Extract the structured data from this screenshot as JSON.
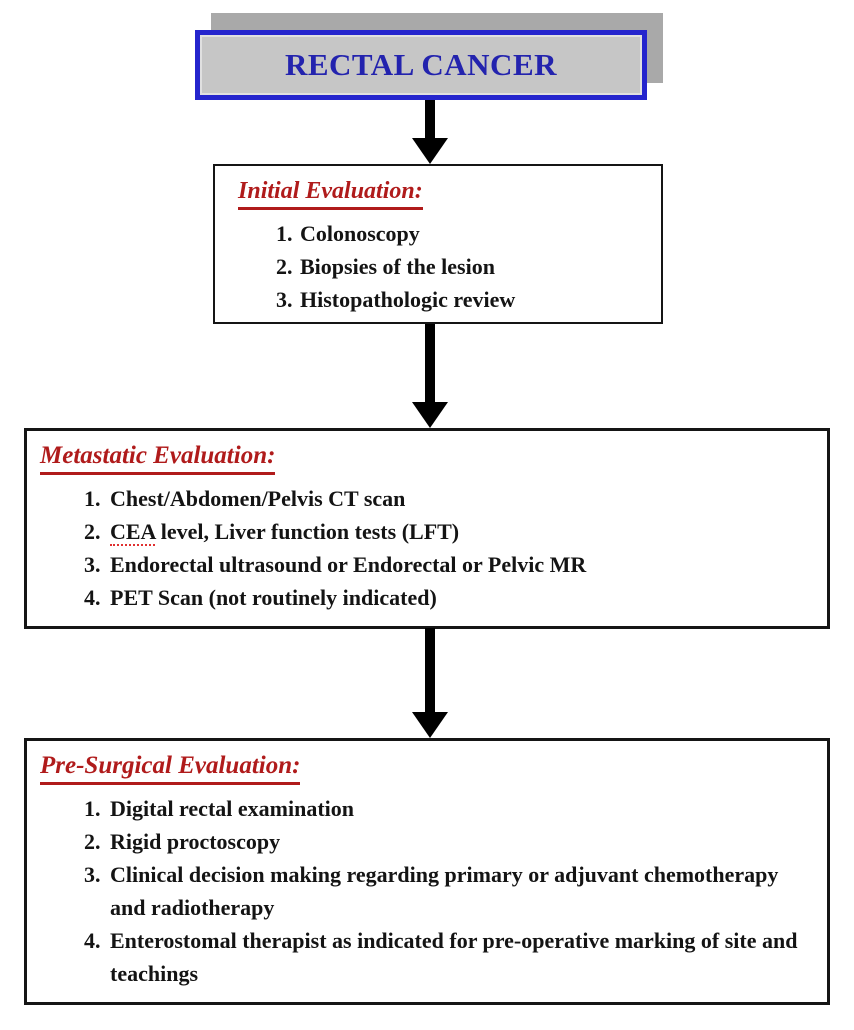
{
  "title_box": {
    "label": "RECTAL CANCER",
    "text_color": "#2323ae",
    "border_color": "#2525cd",
    "fill_color": "#c6c6c6",
    "shadow_color": "#a9a9a9"
  },
  "colors": {
    "section_heading": "#b01b1b",
    "body_text": "#141414",
    "box_border": "#151515",
    "arrow": "#000000"
  },
  "arrows": [
    {
      "direction": "down"
    },
    {
      "direction": "down"
    },
    {
      "direction": "down"
    }
  ],
  "sections": [
    {
      "id": "initial-evaluation",
      "heading": "Initial Evaluation:",
      "items": [
        "Colonoscopy",
        "Biopsies of the lesion",
        "Histopathologic review"
      ]
    },
    {
      "id": "metastatic-evaluation",
      "heading": "Metastatic Evaluation:",
      "items": [
        "Chest/Abdomen/Pelvis CT scan",
        "CEA level, Liver function tests (LFT)",
        "Endorectal ultrasound or Endorectal or Pelvic MR",
        "PET Scan (not routinely indicated)"
      ]
    },
    {
      "id": "pre-surgical-evaluation",
      "heading": "Pre-Surgical Evaluation:",
      "items": [
        "Digital rectal examination",
        "Rigid proctoscopy",
        "Clinical decision making regarding primary or adjuvant chemotherapy and radiotherapy",
        "Enterostomal therapist as indicated for pre-operative marking of site and teachings"
      ]
    }
  ],
  "spellcheck_marked_terms": [
    "CEA"
  ]
}
